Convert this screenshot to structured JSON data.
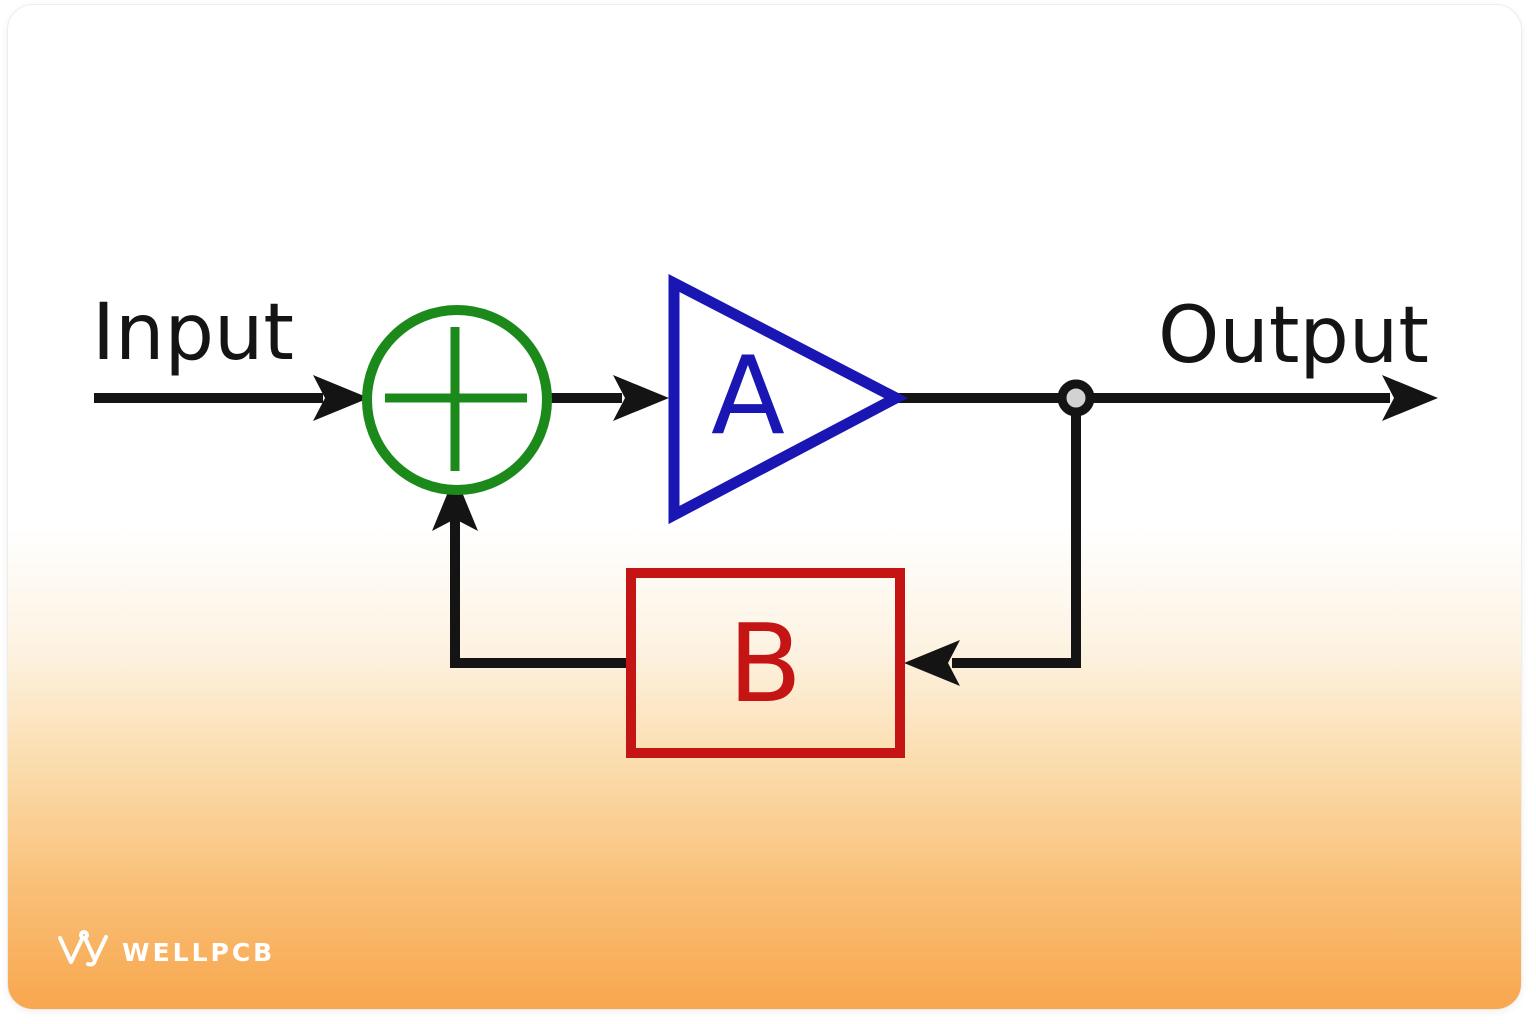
{
  "diagram": {
    "labels": {
      "input": "Input",
      "output": "Output",
      "amplifier": "A",
      "feedback_block": "B"
    },
    "colors": {
      "line": "#141414",
      "summing_junction": "#1b8a1b",
      "amplifier": "#1a16b4",
      "feedback_block": "#c41414",
      "node_fill": "#d2d2d2",
      "background_top": "#ffffff",
      "background_bottom": "#f8a74d"
    }
  },
  "branding": {
    "logo_text": "WELLPCB",
    "logo_color": "#ffffff"
  }
}
